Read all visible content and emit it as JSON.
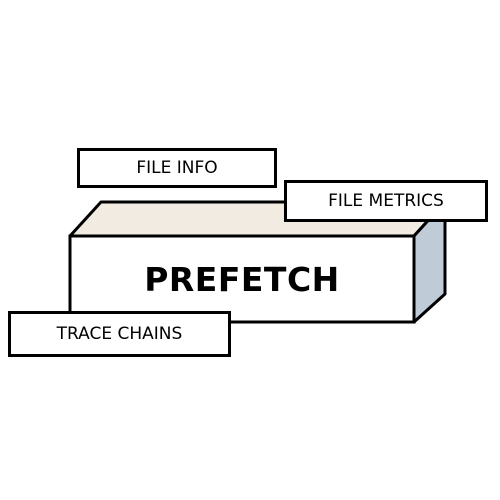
{
  "diagram": {
    "main_label": "PREFETCH",
    "tags": {
      "file_info": "FILE INFO",
      "file_metrics": "FILE METRICS",
      "trace_chains": "TRACE CHAINS"
    },
    "colors": {
      "front_face": "#ffffff",
      "top_face": "#f1ebe1",
      "side_face": "#bfcbd6",
      "outline": "#000000"
    }
  }
}
